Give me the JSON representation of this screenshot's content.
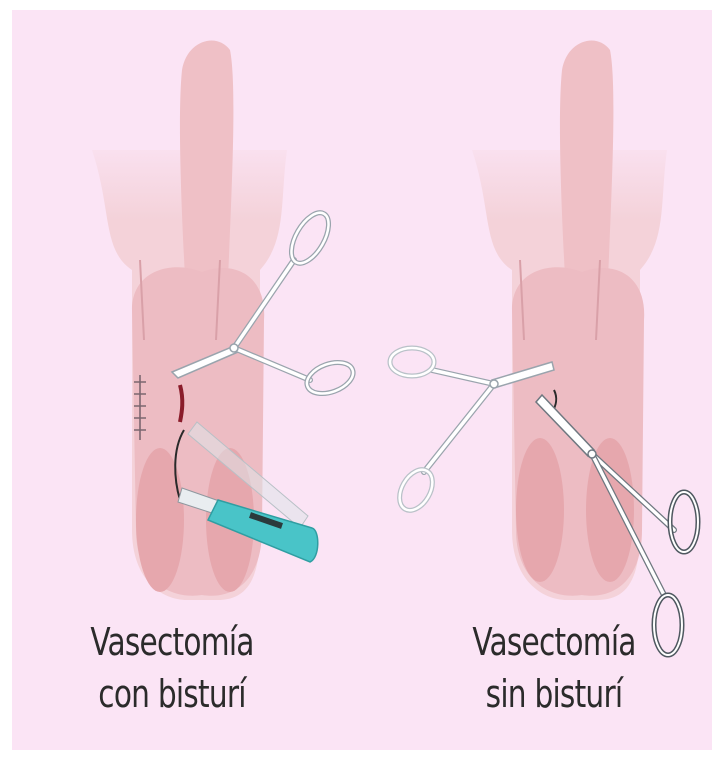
{
  "panels": [
    {
      "line1": "Vasectomía",
      "line2": "con bisturí"
    },
    {
      "line1": "Vasectomía",
      "line2": "sin bisturí"
    }
  ],
  "colors": {
    "background": "#fbe4f5",
    "skin_light": "#f4d2d9",
    "skin_mid": "#efc0c6",
    "skin_dark": "#e6a7ad",
    "steel": "#ffffff",
    "steel_outline": "#9aa4ad",
    "scalpel_handle": "#49c4c8",
    "incision": "#8a1c2a"
  }
}
